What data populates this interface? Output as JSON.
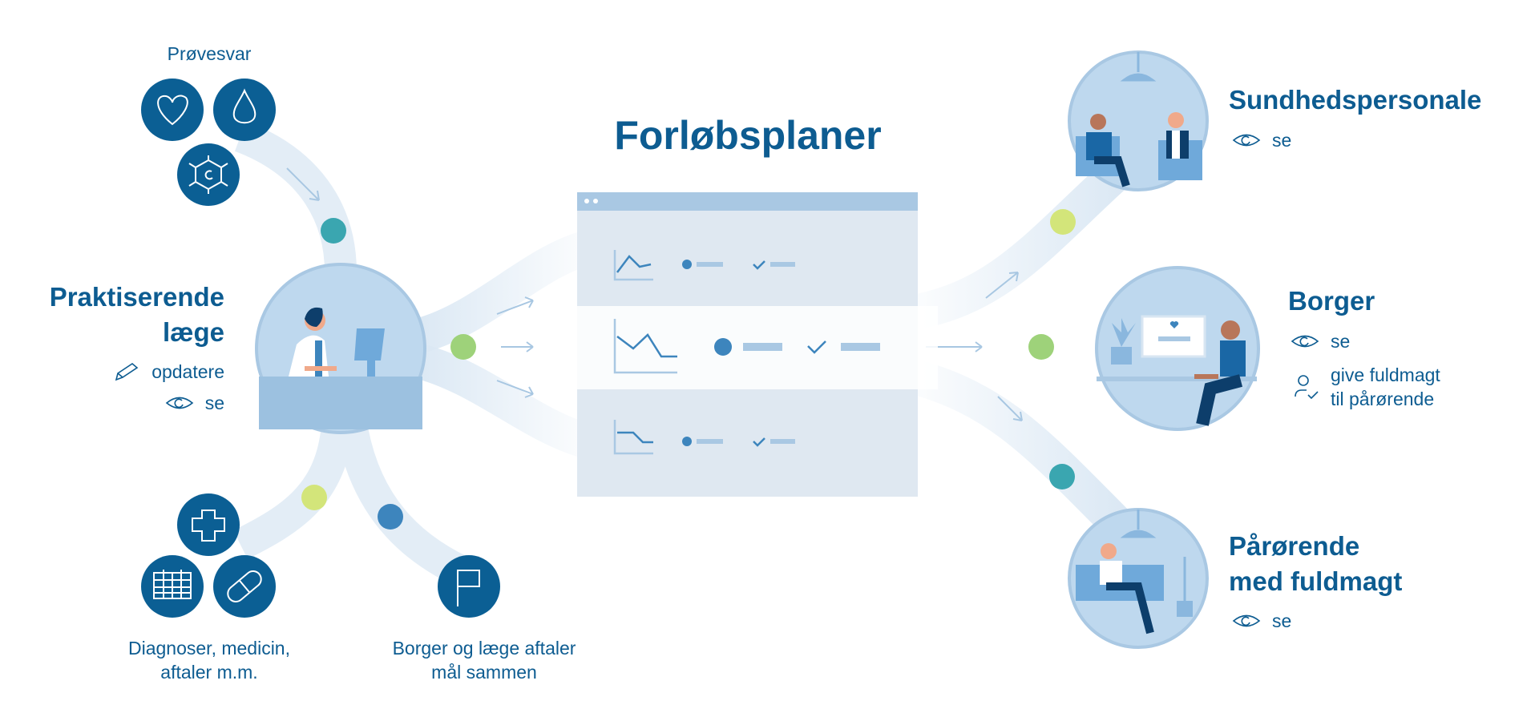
{
  "title": "Forløbsplaner",
  "colors": {
    "primary": "#0d5c91",
    "flow": "#dbe8f4",
    "panel": "#dfe8f1",
    "panel_bar": "#a9c8e3",
    "dot_teal": "#3aa6b0",
    "dot_green": "#9ed27a",
    "dot_lime": "#d3e57a",
    "dot_blue": "#3d85bd"
  },
  "left": {
    "test_results": {
      "label": "Prøvesvar",
      "icons": [
        "heart-icon",
        "drop-icon",
        "cell-icon"
      ]
    },
    "doctor": {
      "title_line1": "Praktiserende",
      "title_line2": "læge",
      "action_edit": "opdatere",
      "action_view": "se"
    },
    "records": {
      "line1": "Diagnoser, medicin,",
      "line2": "aftaler m.m.",
      "icons": [
        "plus-icon",
        "calendar-icon",
        "pill-icon"
      ]
    },
    "goals": {
      "line1": "Borger og læge aftaler",
      "line2": "mål sammen",
      "icons": [
        "flag-icon"
      ]
    }
  },
  "right": {
    "health_staff": {
      "title": "Sundhedspersonale",
      "action_view": "se"
    },
    "citizen": {
      "title": "Borger",
      "action_view": "se",
      "action_proxy_line1": "give fuldmagt",
      "action_proxy_line2": "til pårørende"
    },
    "relative": {
      "title_line1": "Pårørende",
      "title_line2": "med fuldmagt",
      "action_view": "se"
    }
  }
}
